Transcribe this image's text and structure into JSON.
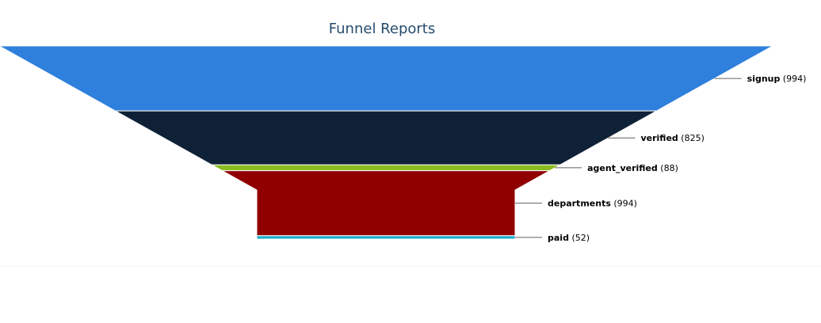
{
  "chart_data": {
    "type": "funnel",
    "title": "Funnel Reports",
    "stages": [
      {
        "name": "signup",
        "value": 994,
        "color": "#2f80dc"
      },
      {
        "name": "verified",
        "value": 825,
        "color": "#0f2137"
      },
      {
        "name": "agent_verified",
        "value": 88,
        "color": "#8bbc21"
      },
      {
        "name": "departments",
        "value": 994,
        "color": "#910000"
      },
      {
        "name": "paid",
        "value": 52,
        "color": "#1aadce"
      }
    ]
  }
}
